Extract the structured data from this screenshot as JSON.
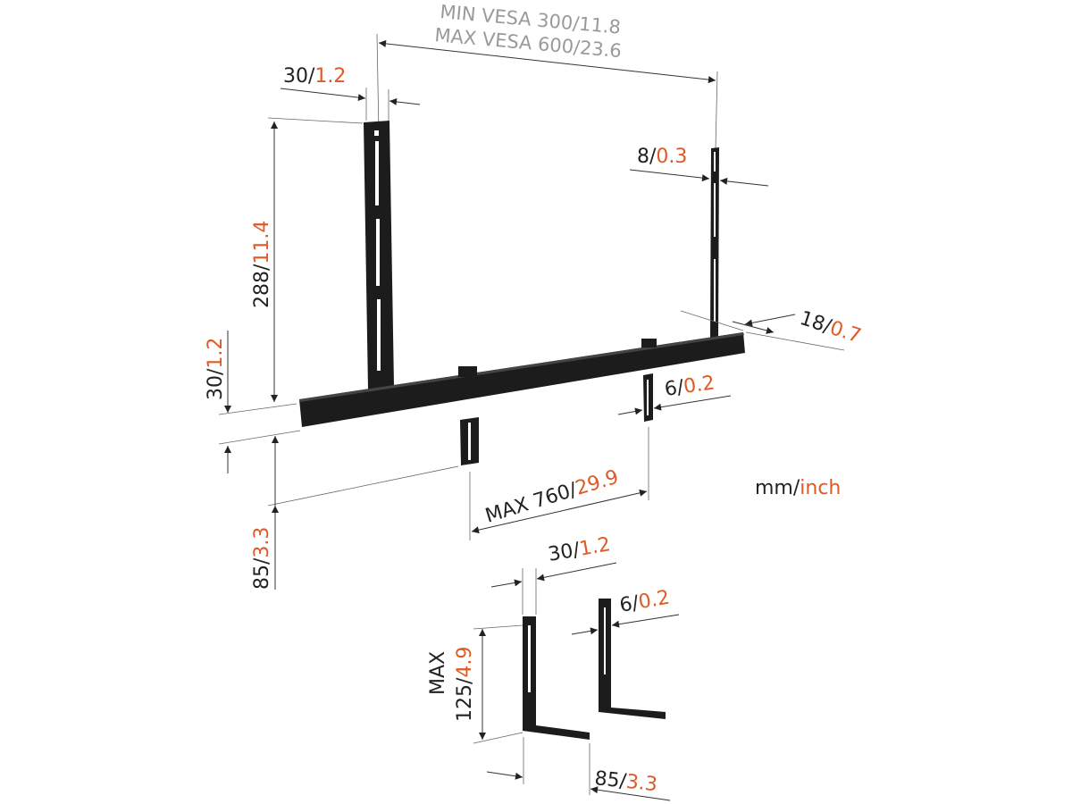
{
  "vesa": {
    "min": "MIN VESA 300/11.8",
    "max": "MAX VESA 600/23.6"
  },
  "labels": {
    "top_bracket_width": {
      "mm": "30/",
      "inch": "1.2"
    },
    "right_bracket_width": {
      "mm": "8/",
      "inch": "0.3"
    },
    "bracket_height": {
      "mm": "288/",
      "inch": "11.4"
    },
    "bar_height": {
      "mm": "30/",
      "inch": "1.2"
    },
    "bar_depth": {
      "mm": "18/",
      "inch": "0.7"
    },
    "lower_bracket_thickness": {
      "mm": "6/",
      "inch": "0.2"
    },
    "lower_offset": {
      "mm": "85/",
      "inch": "3.3"
    },
    "max_spacing": {
      "prefix": "MAX 760/",
      "inch": "29.9"
    },
    "l_bracket_width": {
      "mm": "30/",
      "inch": "1.2"
    },
    "l_bracket_thickness": {
      "mm": "6/",
      "inch": "0.2"
    },
    "l_bracket_height": {
      "prefix": "MAX",
      "mm": "125/",
      "inch": "4.9"
    },
    "l_bracket_depth": {
      "mm": "85/",
      "inch": "3.3"
    }
  },
  "units": {
    "mm": "mm/",
    "inch": "inch"
  },
  "colors": {
    "inch": "#e05a26",
    "metal": "#1c1c1c",
    "vesa_text": "#9a9a9a"
  }
}
